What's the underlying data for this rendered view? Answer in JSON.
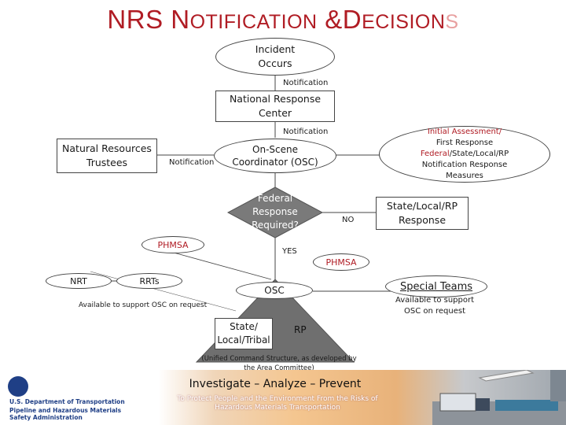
{
  "title": {
    "first_initial": "NRS N",
    "first_rest": "OTIFICATION",
    "amp": " &",
    "second_initial": "D",
    "second_rest": "ECISION",
    "tail": "S"
  },
  "nodes": {
    "incident": "Incident Occurs",
    "nrc": "National Response Center",
    "nrt_trustees": "Natural Resources Trustees",
    "osc_top": "On-Scene Coordinator (OSC)",
    "federal_q": "Federal Response Required?",
    "state_response": "State/Local/RP Response",
    "initial_assessment": {
      "part1": "Initial Assessment/",
      "part2": "First Response",
      "part3": "Federal",
      "part4": "/State/Local/RP",
      "part5": "Notification Response",
      "part6": "Measures"
    },
    "phmsa_left": "PHMSA",
    "phmsa_right": "PHMSA",
    "nrt": "NRT",
    "rrts": "RRTs",
    "osc_triangle": "OSC",
    "state_tribal": "State/ Local/Tribal",
    "rp": "RP",
    "special_teams": "Special Teams",
    "special_teams_note": "Available to support OSC on request",
    "left_note": "Available to support OSC on request",
    "unified": "(Unified Command Structure, as developed by the Area Committee)"
  },
  "labels": {
    "notification1": "Notification",
    "notification2": "Notification",
    "notification3": "Notification",
    "yes": "YES",
    "no": "NO"
  },
  "footer": {
    "slogan": "Investigate – Analyze – Prevent",
    "mission": "To Protect People and the Environment From the Risks of Hazardous Materials Transportation",
    "org1": "U.S. Department of Transportation",
    "org2": "Pipeline and Hazardous Materials Safety Administration"
  },
  "colors": {
    "accent_red": "#b01c24",
    "diamond": "#7a7a7a",
    "triangle": "#6f6f6f",
    "dot_blue": "#1f3f86"
  }
}
